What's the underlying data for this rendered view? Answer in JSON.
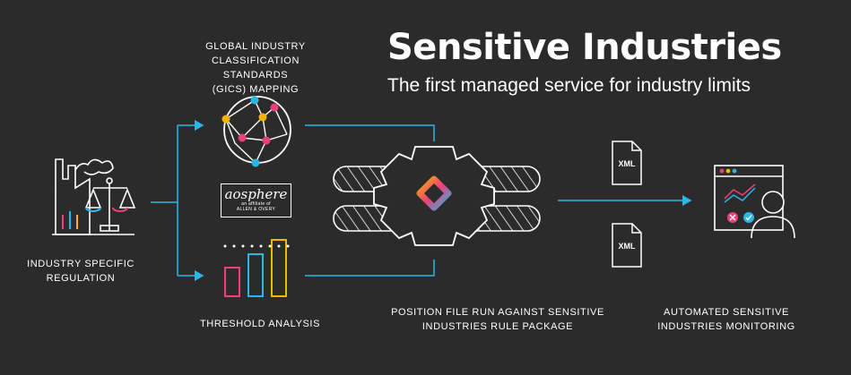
{
  "title": "Sensitive Industries",
  "subtitle": "The first managed service for industry limits",
  "captions": {
    "gics": [
      "GLOBAL INDUSTRY",
      "CLASSIFICATION STANDARDS",
      "(GICS) MAPPING"
    ],
    "regulation": [
      "INDUSTRY SPECIFIC",
      "REGULATION"
    ],
    "threshold": "THRESHOLD ANALYSIS",
    "position": [
      "POSITION FILE RUN AGAINST SENSITIVE",
      "INDUSTRIES RULE PACKAGE"
    ],
    "monitoring": [
      "AUTOMATED SENSITIVE",
      "INDUSTRIES MONITORING"
    ]
  },
  "aosphere": {
    "name": "aosphere",
    "line1": "an affiliate of",
    "line2": "ALLEN & OVERY"
  },
  "xml_labels": [
    "XML",
    "XML"
  ],
  "colors": {
    "background": "#2b2b2b",
    "arrow": "#29b6e8",
    "pink": "#ec407a",
    "yellow": "#f5b400",
    "blue": "#29b6e8",
    "white": "#ffffff"
  }
}
